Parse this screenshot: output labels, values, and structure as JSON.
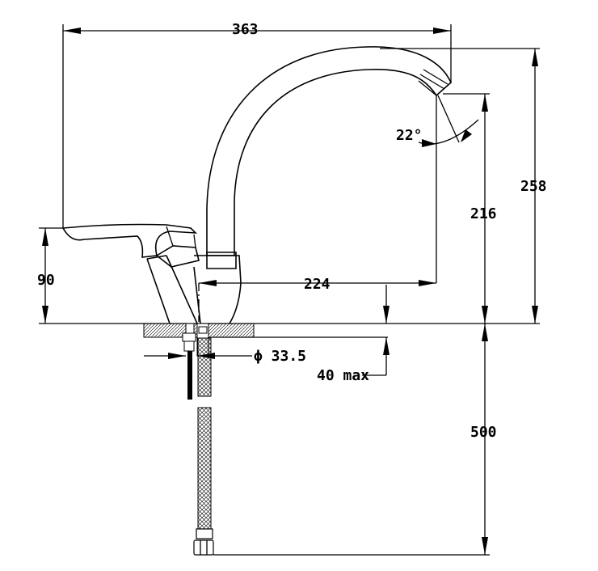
{
  "dimensions": {
    "total_reach": "363",
    "total_height": "258",
    "spout_height": "216",
    "handle_height": "90",
    "spout_reach": "224",
    "hole_diameter": "ϕ 33.5",
    "deck_thickness": "40 max",
    "hose_length": "500",
    "swivel_angle": "22°"
  }
}
